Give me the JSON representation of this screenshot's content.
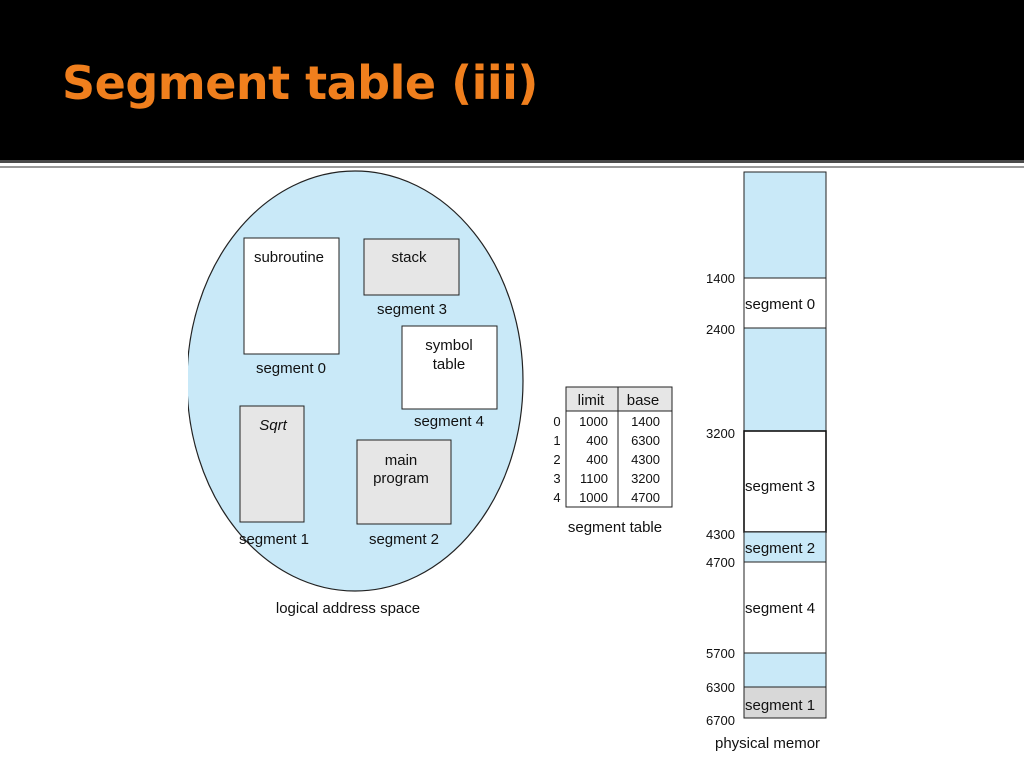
{
  "slide": {
    "title": "Segment table (iii)"
  },
  "logical": {
    "caption": "logical address space",
    "blocks": [
      {
        "id": 0,
        "label_lines": [
          "subroutine"
        ],
        "caption": "segment 0",
        "italic": false
      },
      {
        "id": 1,
        "label_lines": [
          "Sqrt"
        ],
        "caption": "segment 1",
        "italic": true
      },
      {
        "id": 2,
        "label_lines": [
          "main",
          "program"
        ],
        "caption": "segment 2",
        "italic": false
      },
      {
        "id": 3,
        "label_lines": [
          "stack"
        ],
        "caption": "segment 3",
        "italic": false
      },
      {
        "id": 4,
        "label_lines": [
          "symbol",
          "table"
        ],
        "caption": "segment 4",
        "italic": false
      }
    ]
  },
  "segment_table": {
    "caption": "segment table",
    "headers": [
      "limit",
      "base"
    ],
    "rows": [
      {
        "index": "0",
        "limit": "1000",
        "base": "1400"
      },
      {
        "index": "1",
        "limit": "400",
        "base": "6300"
      },
      {
        "index": "2",
        "limit": "400",
        "base": "4300"
      },
      {
        "index": "3",
        "limit": "1100",
        "base": "3200"
      },
      {
        "index": "4",
        "limit": "1000",
        "base": "4700"
      }
    ]
  },
  "physical": {
    "caption": "physical memor",
    "addresses": [
      "1400",
      "2400",
      "3200",
      "4300",
      "4700",
      "5700",
      "6300",
      "6700"
    ],
    "regions": [
      {
        "label": "",
        "kind": "free"
      },
      {
        "label": "segment 0",
        "kind": "segment0"
      },
      {
        "label": "",
        "kind": "free"
      },
      {
        "label": "segment 3",
        "kind": "segment3"
      },
      {
        "label": "segment 2",
        "kind": "segment2"
      },
      {
        "label": "segment 4",
        "kind": "segment4"
      },
      {
        "label": "",
        "kind": "free"
      },
      {
        "label": "segment 1",
        "kind": "segment1"
      }
    ]
  },
  "colors": {
    "title": "#f07f1d",
    "header_bg": "#000000",
    "light_blue": "#c9e9f8",
    "gray_block": "#e6e6e6",
    "white_block": "#ffffff",
    "stroke": "#222222"
  }
}
